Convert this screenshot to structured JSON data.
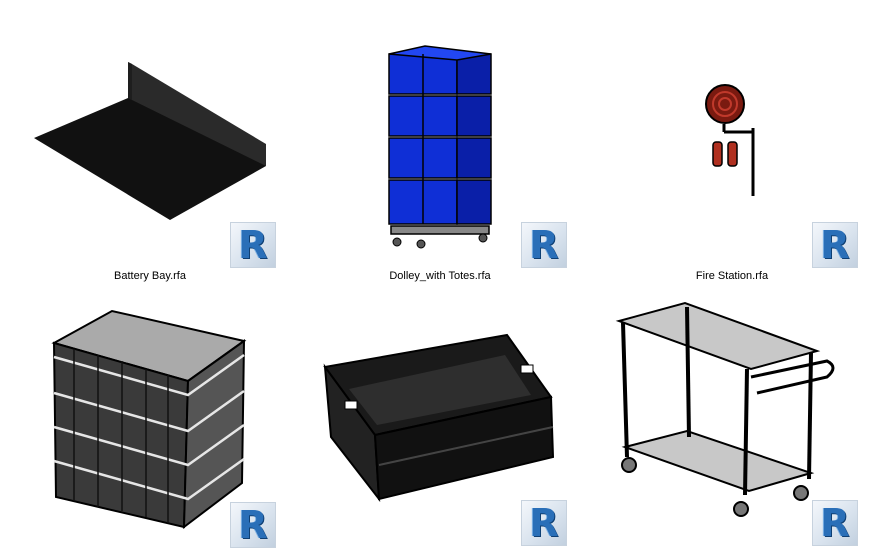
{
  "files": [
    {
      "name": "Battery Bay.rfa",
      "icon": "battery-bay-thumbnail"
    },
    {
      "name": "Dolley_with Totes.rfa",
      "icon": "dolley-with-totes-thumbnail"
    },
    {
      "name": "Fire Station.rfa",
      "icon": "fire-station-thumbnail"
    },
    {
      "name": "",
      "icon": "tote-cage-thumbnail"
    },
    {
      "name": "",
      "icon": "black-tote-thumbnail"
    },
    {
      "name": "",
      "icon": "utility-cart-thumbnail"
    }
  ],
  "badge": {
    "letter": "R",
    "icon": "revit-file-icon"
  }
}
